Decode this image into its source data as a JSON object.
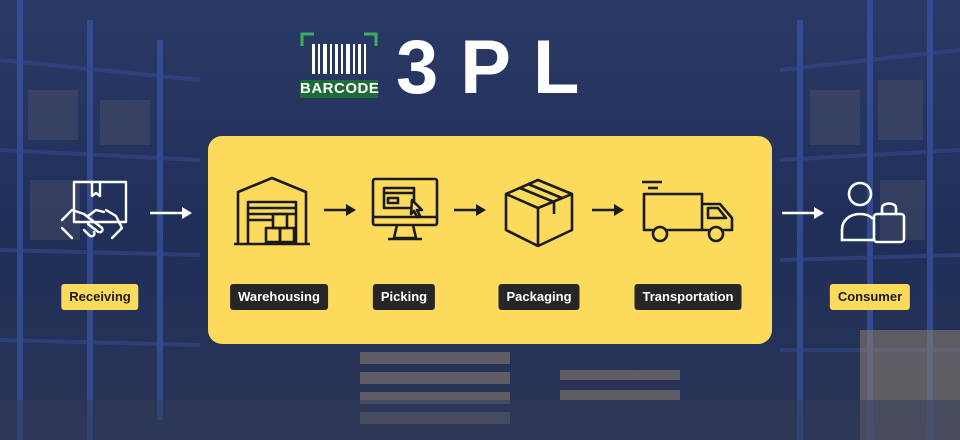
{
  "header": {
    "logo_text": "BARCODE",
    "title": "3PL"
  },
  "steps": [
    {
      "label": "Receiving",
      "icon": "handshake-box-icon"
    },
    {
      "label": "Warehousing",
      "icon": "warehouse-icon"
    },
    {
      "label": "Picking",
      "icon": "computer-click-icon"
    },
    {
      "label": "Packaging",
      "icon": "box-icon"
    },
    {
      "label": "Transportation",
      "icon": "truck-icon"
    },
    {
      "label": "Consumer",
      "icon": "shopper-icon"
    }
  ],
  "colors": {
    "panel": "#fbda5c",
    "chip_dark": "#262626",
    "background": "#1d2c52",
    "logo_green": "#1e6b3a"
  }
}
